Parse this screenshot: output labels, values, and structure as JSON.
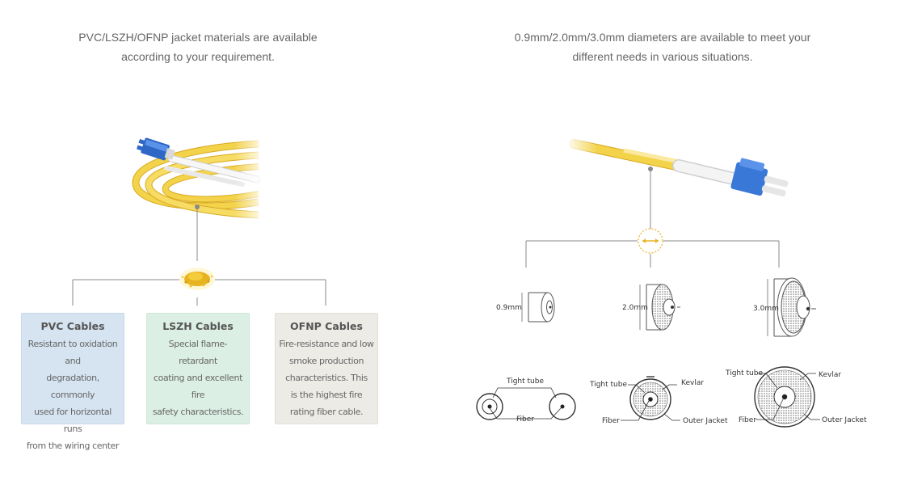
{
  "captions": {
    "left_line1": "PVC/LSZH/OFNP jacket materials are available",
    "left_line2": "according to your requirement.",
    "right_line1": "0.9mm/2.0mm/3.0mm diameters are available to meet your",
    "right_line2": "different needs in various situations."
  },
  "cards": [
    {
      "title": "PVC Cables",
      "lines": [
        "Resistant to oxidation and",
        "degradation, commonly",
        "used for horizontal runs",
        "from the wiring center"
      ]
    },
    {
      "title": "LSZH Cables",
      "lines": [
        "Special flame-retardant",
        "coating and excellent fire",
        "safety characteristics."
      ]
    },
    {
      "title": "OFNP Cables",
      "lines": [
        "Fire-resistance and low",
        "smoke production",
        "characteristics. This",
        "is the highest fire",
        "rating  fiber cable."
      ]
    }
  ],
  "diameters": {
    "d1": "0.9mm",
    "d2": "2.0mm",
    "d3": "3.0mm"
  },
  "cross_section_labels": {
    "tight_tube": "Tight tube",
    "fiber": "Fiber",
    "kevlar": "Kevlar",
    "outer_jacket": "Outer Jacket"
  },
  "colors": {
    "cable_yellow": "#f3d34a",
    "connector_blue": "#3a78d8",
    "line_gray": "#888888"
  },
  "icons": [
    "lc-duplex-patch-cable",
    "granule-pile-icon",
    "diameter-arrow-icon"
  ]
}
